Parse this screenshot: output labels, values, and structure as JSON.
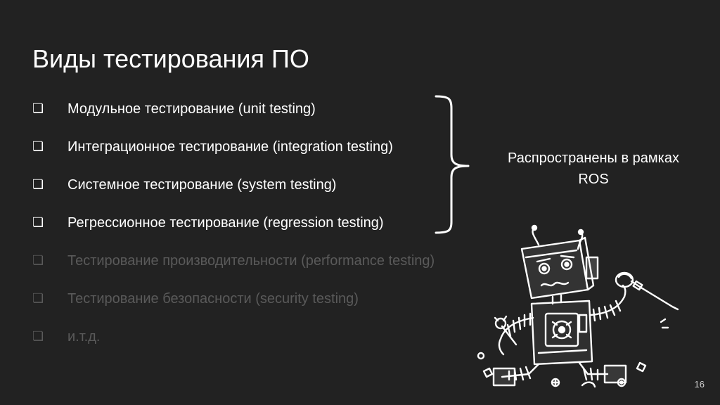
{
  "slide": {
    "title": "Виды тестирования ПО",
    "bullet_glyph": "❏",
    "bullets": [
      {
        "text": "Модульное тестирование (unit testing)",
        "state": "active"
      },
      {
        "text": "Интеграционное тестирование (integration testing)",
        "state": "active"
      },
      {
        "text": "Системное тестирование (system testing)",
        "state": "active"
      },
      {
        "text": "Регрессионное тестирование (regression testing)",
        "state": "active"
      },
      {
        "text": "Тестирование производительности (performance testing)",
        "state": "dimmed"
      },
      {
        "text": "Тестирование безопасности (security testing)",
        "state": "dimmed"
      },
      {
        "text": "и.т.д.",
        "state": "dimmed"
      }
    ],
    "side_note": "Распространены в рамках ROS",
    "page_number": "16",
    "illustration_icon": "broken-robot-icon",
    "bracket_icon": "curly-brace-icon"
  },
  "colors": {
    "background": "#222222",
    "text": "#ffffff",
    "dimmed_text": "#5a5a5a"
  }
}
